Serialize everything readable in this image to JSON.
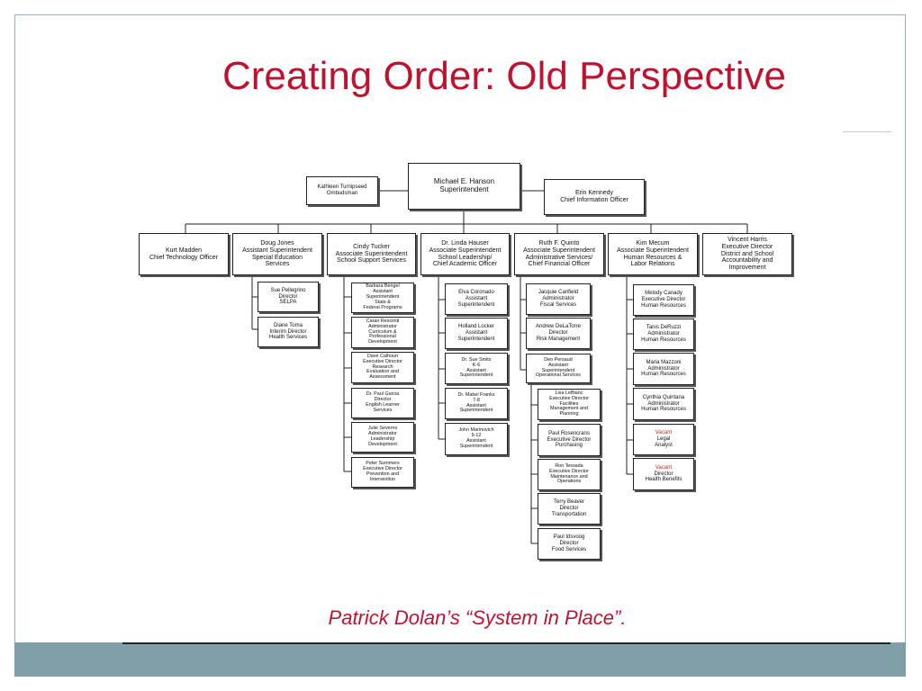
{
  "slide": {
    "title": "Creating Order: Old Perspective",
    "caption": "Patrick Dolan’s “System in Place”."
  },
  "org": {
    "superintendent": [
      "Michael E. Hanson",
      "Superintendent"
    ],
    "ombudsman": [
      "Kathleen Turnipseed",
      "Ombudsman"
    ],
    "cio": [
      "Erin Kennedy",
      "Chief Information Officer"
    ],
    "heads": [
      [
        "Kurt Madden",
        "Chief Technology Officer"
      ],
      [
        "Doug Jones",
        "Assistant Superintendent",
        "Special Education",
        "Services"
      ],
      [
        "Cindy Tucker",
        "Associate Superintendent",
        "School Support Services"
      ],
      [
        "Dr. Linda Hauser",
        "Associate Superintendent",
        "School Leadership/",
        "Chief Academic Officer"
      ],
      [
        "Ruth F. Quinto",
        "Associate Superintendent",
        "Administrative Services/",
        "Chief Financial Officer"
      ],
      [
        "Kim Mecum",
        "Associate Superintendent",
        "Human Resources &",
        "Labor Relations"
      ],
      [
        "Vincent Harris",
        "Executive Director",
        "District and School",
        "Accountability and",
        "Improvement"
      ]
    ],
    "special_ed": [
      [
        "Sue Pellegrino",
        "Director",
        "SELPA"
      ],
      [
        "Diane Toma",
        "Interim Director",
        "Health Services"
      ]
    ],
    "school_support": [
      [
        "Barbara Bengel",
        "Assistant",
        "Superintendent",
        "State &",
        "Federal Programs"
      ],
      [
        "Caran Resciniti",
        "Administrator",
        "Curriculum &",
        "Professional",
        "Development"
      ],
      [
        "Dave Calhoun",
        "Executive Director",
        "Research",
        "Evaluation and",
        "Assessment"
      ],
      [
        "Dr. Paul Garcia",
        "Director",
        "English Learner",
        "Services"
      ],
      [
        "Julie Severns",
        "Administrator",
        "Leadership",
        "Development"
      ],
      [
        "Peter Summers",
        "Executive Director",
        "Prevention and",
        "Intervention"
      ]
    ],
    "school_leadership": [
      [
        "Elva Coronado",
        "Assistant",
        "Superintendent"
      ],
      [
        "Holland Locker",
        "Assistant",
        "Superintendent"
      ],
      [
        "Dr. Sue Smits",
        "K-6",
        "Assistant",
        "Superintendent"
      ],
      [
        "Dr. Mabel Franks",
        "7-8",
        "Assistant",
        "Superintendent"
      ],
      [
        "John Marinovich",
        "9-12",
        "Assistant",
        "Superintendent"
      ]
    ],
    "admin_services": [
      [
        "Jacquie Canfield",
        "Administrator",
        "Fiscal Services"
      ],
      [
        "Andrew DeLaTorre",
        "Director",
        "Risk Management"
      ],
      [
        "Deo Persaud",
        "Assistant",
        "Superintendent",
        "Operational Services"
      ]
    ],
    "operational": [
      [
        "Lisa LeBlanc",
        "Executive Director",
        "Facilities",
        "Management and",
        "Planning"
      ],
      [
        "Paul Rosencrans",
        "Executive Director",
        "Purchasing"
      ],
      [
        "Ron Tessada",
        "Executive Director",
        "Maintenance and",
        "Operations"
      ],
      [
        "Terry Beaver",
        "Director",
        "Transportation"
      ],
      [
        "Paul Idsvoog",
        "Director",
        "Food Services"
      ]
    ],
    "human_resources": [
      [
        "Melody Canady",
        "Executive Director",
        "Human Resources"
      ],
      [
        "Tanis DeRuzzi",
        "Administrator",
        "Human Resources"
      ],
      [
        "Maria Mazzoni",
        "Administrator",
        "Human Resources"
      ],
      [
        "Cynthia Quintana",
        "Administrator",
        "Human Resources"
      ],
      [
        "Vacant",
        "Legal",
        "Analyst"
      ],
      [
        "Vacant",
        "Director",
        "Health Benefits"
      ]
    ],
    "colors": {
      "title": "#c0122f",
      "footer": "#7f9fa9",
      "vacant": "#d42020"
    }
  }
}
